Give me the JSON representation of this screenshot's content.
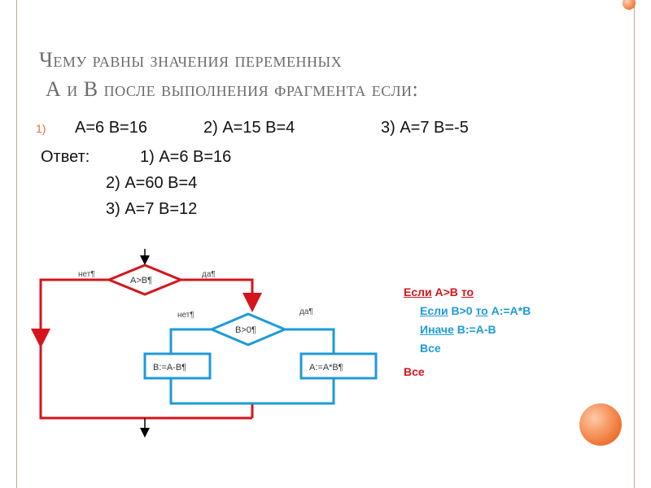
{
  "title": {
    "line1": "Чему равны значения переменных",
    "line2": "А и В после выполнения фрагмента если:"
  },
  "list_marker": "1)",
  "cases": {
    "c1": "А=6  В=16",
    "c2": "2) А=15 В=4",
    "c3": "3) А=7 В=-5"
  },
  "answer": {
    "label": "Ответ:",
    "a1": "1) А=6    В=16",
    "a2": "2) А=60  В=4",
    "a3": "3) А=7    В=12"
  },
  "flowchart": {
    "cond1": "A>B¶",
    "cond1_no": "нет¶",
    "cond1_yes": "да¶",
    "cond2": "B>0¶",
    "cond2_no": "нет¶",
    "cond2_yes": "да¶",
    "box_left": "B:=A-B¶",
    "box_right": "A:=A*B¶",
    "colors": {
      "outer": "#d6141c",
      "inner": "#1e9ad8"
    }
  },
  "code": {
    "kw_if": "Если",
    "kw_then": "то",
    "kw_else": "Иначе",
    "kw_end": "Все",
    "cond_outer": "A>B",
    "cond_inner": "B>0",
    "stmt_then": "A:=A*B",
    "stmt_else": "B:=A-B"
  },
  "decor": {
    "orb_color": "#f07a3a"
  }
}
